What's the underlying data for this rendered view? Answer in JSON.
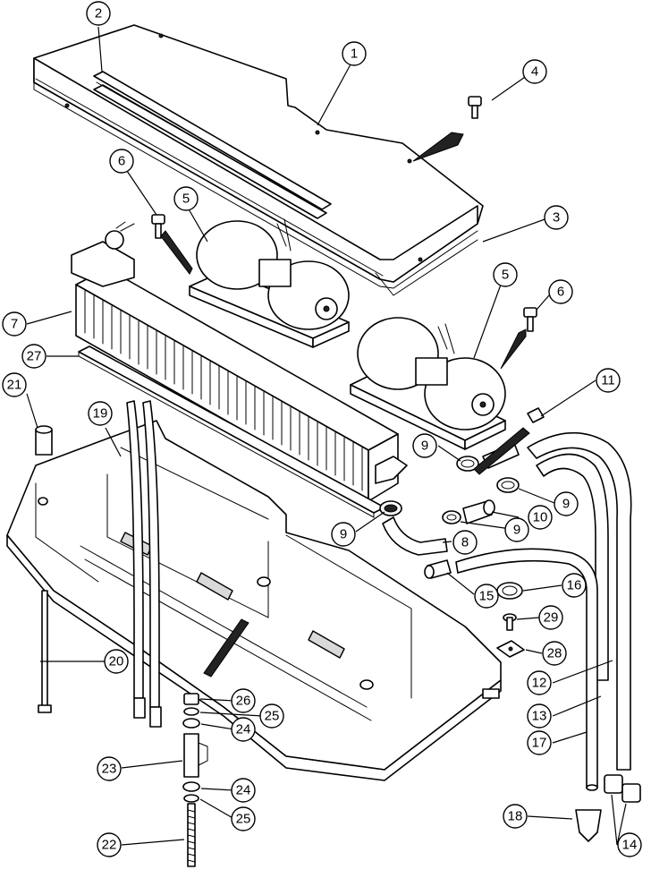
{
  "callouts": [
    {
      "id": "c1",
      "label": "1"
    },
    {
      "id": "c2",
      "label": "2"
    },
    {
      "id": "c3",
      "label": "3"
    },
    {
      "id": "c4",
      "label": "4"
    },
    {
      "id": "c5a",
      "label": "5"
    },
    {
      "id": "c5b",
      "label": "5"
    },
    {
      "id": "c6a",
      "label": "6"
    },
    {
      "id": "c6b",
      "label": "6"
    },
    {
      "id": "c7",
      "label": "7"
    },
    {
      "id": "c8",
      "label": "8"
    },
    {
      "id": "c9a",
      "label": "9"
    },
    {
      "id": "c9b",
      "label": "9"
    },
    {
      "id": "c9c",
      "label": "9"
    },
    {
      "id": "c9d",
      "label": "9"
    },
    {
      "id": "c10",
      "label": "10"
    },
    {
      "id": "c11",
      "label": "11"
    },
    {
      "id": "c12",
      "label": "12"
    },
    {
      "id": "c13",
      "label": "13"
    },
    {
      "id": "c14",
      "label": "14"
    },
    {
      "id": "c15",
      "label": "15"
    },
    {
      "id": "c16",
      "label": "16"
    },
    {
      "id": "c17",
      "label": "17"
    },
    {
      "id": "c18",
      "label": "18"
    },
    {
      "id": "c19",
      "label": "19"
    },
    {
      "id": "c20",
      "label": "20"
    },
    {
      "id": "c21",
      "label": "21"
    },
    {
      "id": "c22",
      "label": "22"
    },
    {
      "id": "c23",
      "label": "23"
    },
    {
      "id": "c24a",
      "label": "24"
    },
    {
      "id": "c24b",
      "label": "24"
    },
    {
      "id": "c25a",
      "label": "25"
    },
    {
      "id": "c25b",
      "label": "25"
    },
    {
      "id": "c26",
      "label": "26"
    },
    {
      "id": "c27",
      "label": "27"
    },
    {
      "id": "c28",
      "label": "28"
    },
    {
      "id": "c29",
      "label": "29"
    }
  ]
}
